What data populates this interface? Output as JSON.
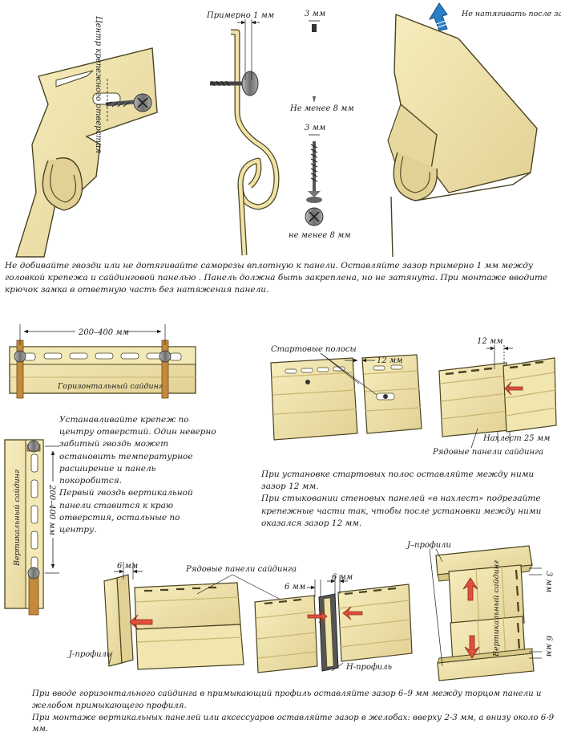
{
  "labels": {
    "fastener_center": "Центр крепежного отверстия",
    "approx_1mm": "Примерно 1 мм",
    "nail_3mm": "3 мм",
    "min_8mm_a": "Не менее 8 мм",
    "screw_3mm": "3 мм",
    "min_8mm_b": "не менее 8 мм",
    "no_tension": "Не натягивать после защелкивания замка",
    "range_horizontal": "200–400 мм",
    "horizontal_siding": "Горизонтальный сайдинг",
    "vertical_siding": "Вертикальный сайдинг",
    "range_vertical": "200–400 мм",
    "starter_strips": "Стартовые полосы",
    "gap_12mm_a": "12 мм",
    "gap_12mm_b": "12 мм",
    "overlap": "Нахлест 25 мм",
    "row_panels": "Рядовые панели сайдинга",
    "gap_6mm_a": "6 мм",
    "row_panels_siding": "Рядовые панели сайдинга",
    "gap_6mm_b": "6 мм",
    "gap_6mm_c": "6 мм",
    "j_profile_a": "J-профиль",
    "h_profile": "H-профиль",
    "j_profile_b": "J–профили",
    "vertical_siding_b": "Вертикальный сайдинг",
    "gap_3mm": "3 мм",
    "gap_6mm_d": "6 мм"
  },
  "captions": {
    "top": "Не добивайте гвозди или не дотягивайте саморезы вплотную к панели. Оставляйте зазор примерно 1 мм между головкой крепежа и сайдинговой панелью . Панель должна быть закреплена, но не затянута. При монтаже вводите крючок замка в ответную часть без натяжения панели.",
    "middle_left_1": "Устанавливайте крепеж по центру отверстий. Один неверно забитый гвоздь может остановить температурное расширение и панель покоробится.",
    "middle_left_2": "Первый гвоздь вертикальной панели ставится к краю отверстия, остальные по центру.",
    "middle_right_1": "При установке стартовых полос оставляйте между ними зазор 12 мм.",
    "middle_right_2": "При стыковании стеновых панелей «в нахлест» подрезайте крепежные части так, чтобы после установки между ними оказался зазор 12 мм.",
    "bottom_1": "При вводе горизонтального сайдинга в примыкающий профиль оставляйте зазор 6–9 мм между торцом панели и желобом примыкающего профиля.",
    "bottom_2": "При монтаже вертикальных панелей или аксессуаров оставляйте зазор в желобах: вверху 2-3 мм, а внизу около 6-9 мм."
  },
  "colors": {
    "vinyl": "#efe3a8",
    "vinyl_shade": "#d9c886",
    "arrow_red": "#e0503a",
    "arrow_blue": "#2a7fc8",
    "metal": "#8b8b8b"
  }
}
